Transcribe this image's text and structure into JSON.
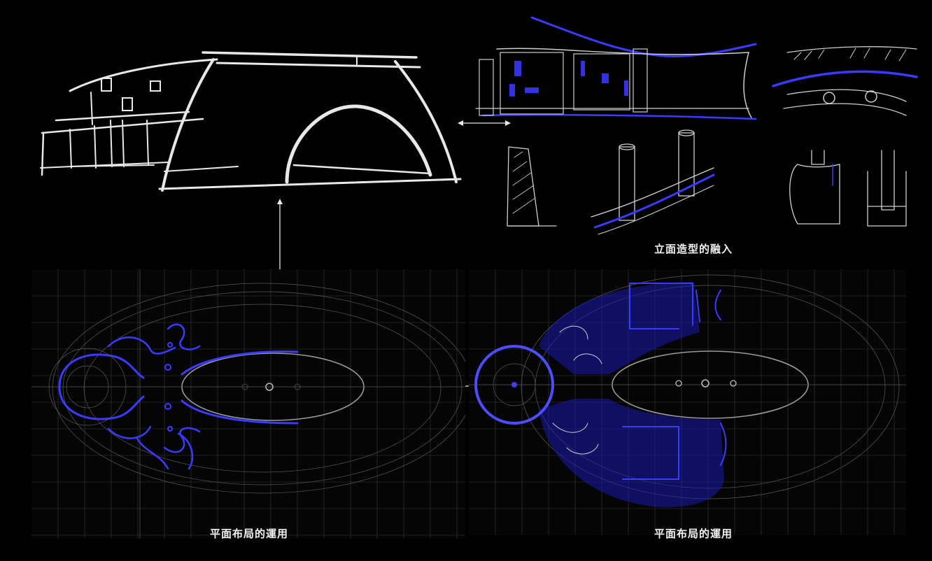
{
  "captions": {
    "elevation": "立面造型的融入",
    "plan_left": "平面布局的運用",
    "plan_right": "平面布局的運用"
  },
  "colors": {
    "background": "#000000",
    "sketch_line": "#e8e8e8",
    "accent_blue": "#3b3bff",
    "cad_grid": "#4a4a4a"
  },
  "icons": {
    "connector_vertical": "double-arrow-vertical-icon",
    "connector_horizontal_top": "double-arrow-horizontal-icon",
    "connector_horizontal_mid": "double-arrow-horizontal-icon"
  }
}
